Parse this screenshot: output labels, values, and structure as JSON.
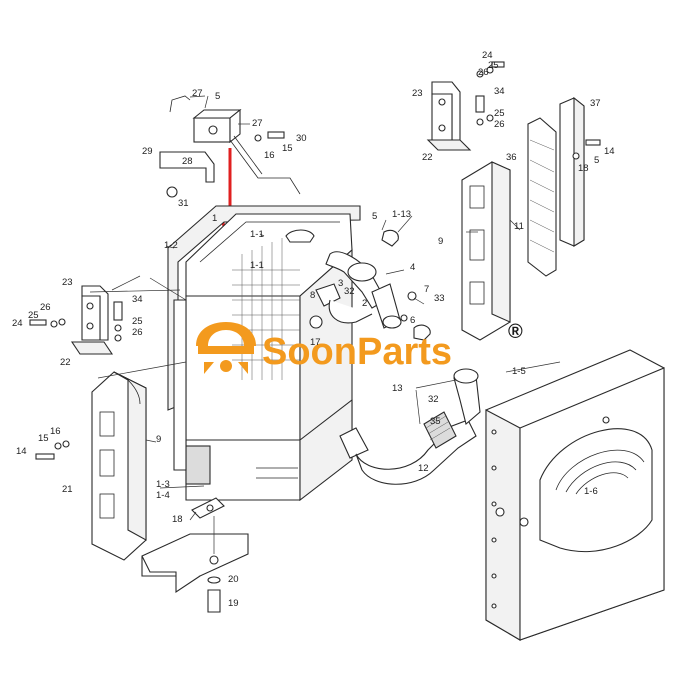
{
  "watermark": {
    "brand": "SoonParts",
    "registered_mark": "®",
    "color": "#f39a1e"
  },
  "arrow": {
    "color": "#e02020"
  },
  "callouts": {
    "c27a": "27",
    "c5a": "5",
    "c27b": "27",
    "c30": "30",
    "c15a": "15",
    "c16a": "16",
    "c29": "29",
    "c28a": "28",
    "c31": "31",
    "c24a": "24",
    "c25a": "25",
    "c26a": "26",
    "c34a": "34",
    "c23a": "23",
    "c25b": "25",
    "c26b": "26",
    "c22a": "22",
    "c37": "37",
    "c36": "36",
    "c14a": "14",
    "c5b": "5",
    "c18a": "18",
    "c11": "11",
    "c9a": "9",
    "c1a": "1",
    "c1_1a": "1-1",
    "c1_2": "1-2",
    "c5c": "5",
    "c1_13": "1-13",
    "c1_1b": "1-1",
    "c4": "4",
    "c3": "3",
    "c8": "8",
    "c32a": "32",
    "c2": "2",
    "c7": "7",
    "c33": "33",
    "c6": "6",
    "c17": "17",
    "c23b": "23",
    "c34b": "34",
    "c26c": "26",
    "c25c": "25",
    "c24b": "24",
    "c25d": "25",
    "c26d": "26",
    "c22b": "22",
    "c13": "13",
    "c32b": "32",
    "c35": "35",
    "c12": "12",
    "c1_5": "1-5",
    "c1_6": "1-6",
    "c15b": "15",
    "c16b": "16",
    "c14b": "14",
    "c9b": "9",
    "c21": "21",
    "c1_3": "1-3",
    "c1_4": "1-4",
    "c18b": "18",
    "c20": "20",
    "c19": "19"
  }
}
